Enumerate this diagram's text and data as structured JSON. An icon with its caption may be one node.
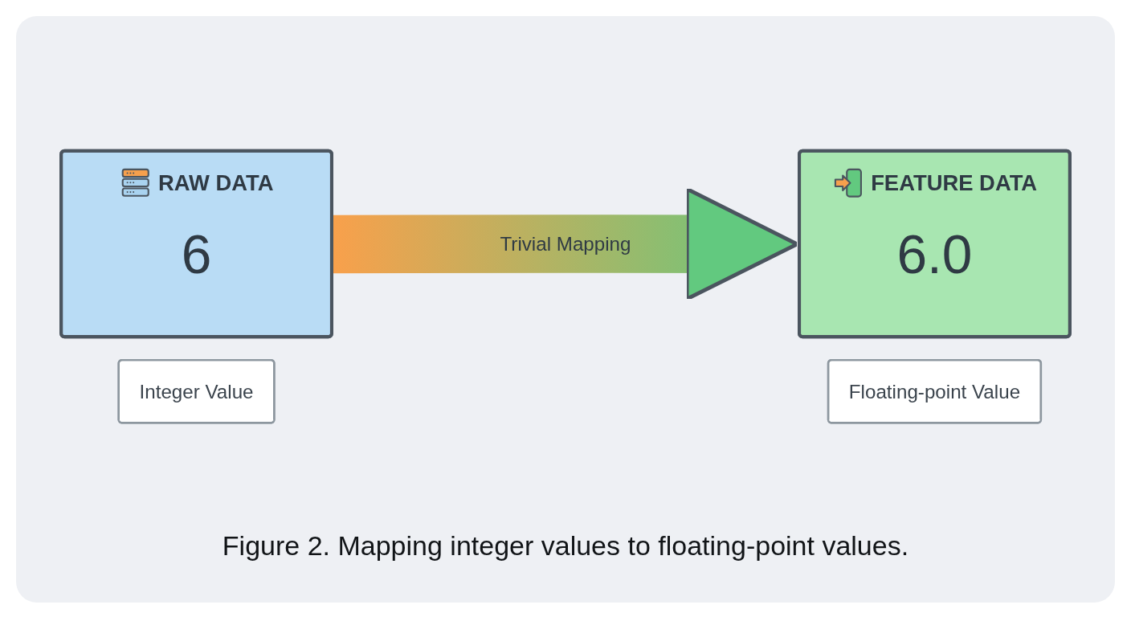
{
  "diagram": {
    "caption": "Figure 2. Mapping integer values to floating-point values.",
    "nodes": [
      {
        "text": [
          "RAW DATA",
          "6"
        ]
      },
      {
        "text": [
          "Integer Value"
        ]
      },
      {
        "text": [
          "FEATURE DATA",
          "6.0"
        ]
      },
      {
        "text": [
          "Floating-point Value"
        ]
      }
    ],
    "edges": [
      {
        "from": 0,
        "to": 2,
        "arrow": "to",
        "label": "Trivial Mapping",
        "style": "thick"
      }
    ]
  }
}
